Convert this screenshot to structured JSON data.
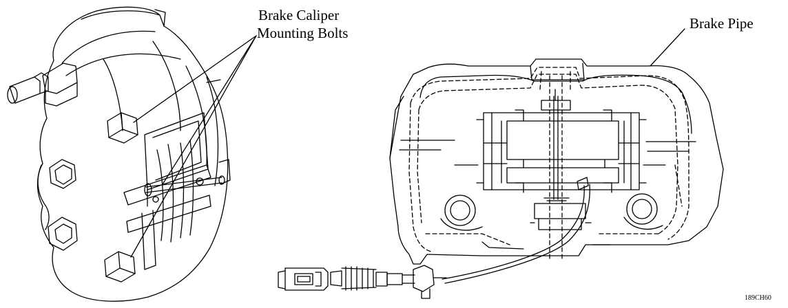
{
  "labels": {
    "caliper_line1": "Brake Caliper",
    "caliper_line2": "Mounting Bolts",
    "brake_pipe": "Brake Pipe"
  },
  "figure_code": "189CH60",
  "colors": {
    "ink": "#000000",
    "paper": "#ffffff"
  }
}
